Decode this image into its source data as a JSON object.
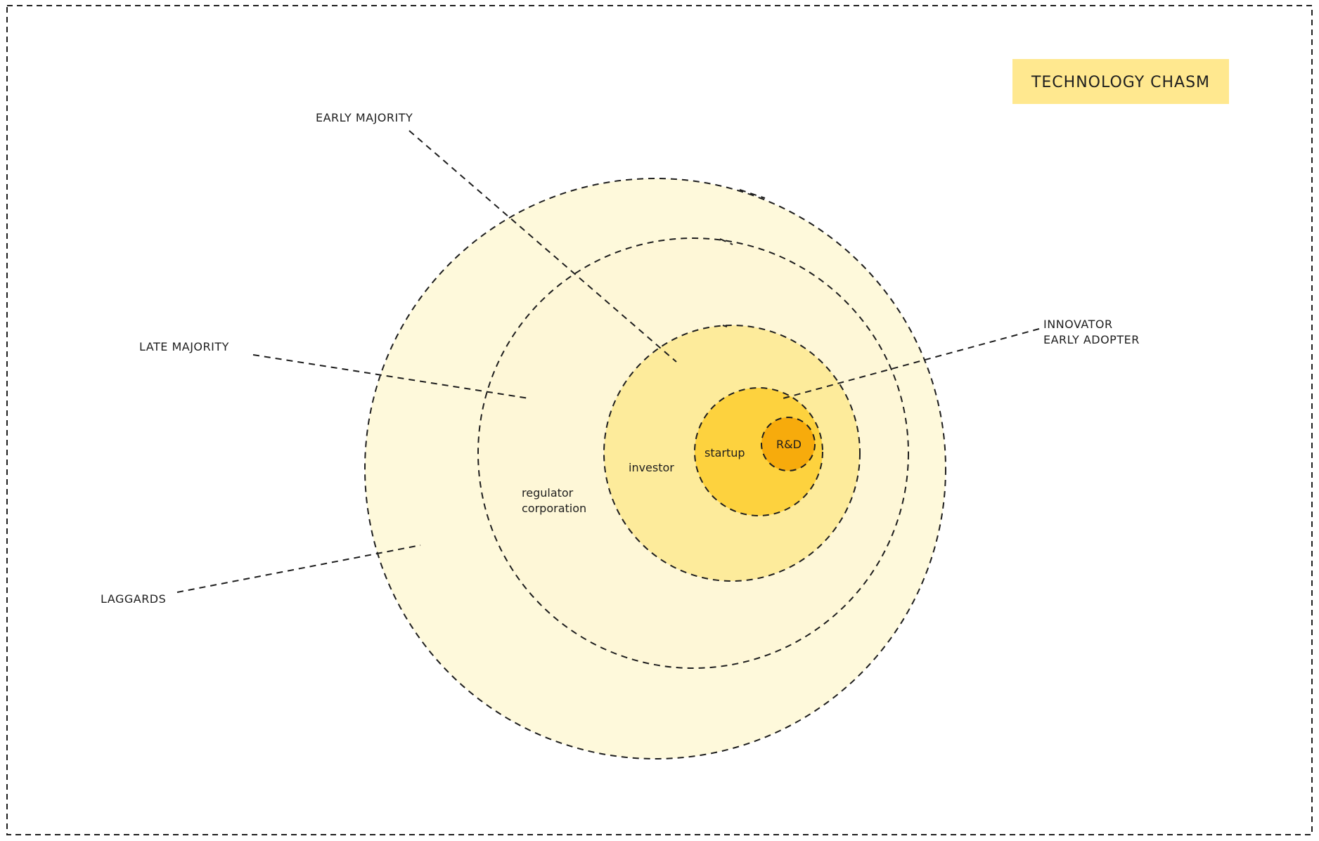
{
  "title": {
    "text": "TECHNOLOGY CHASM",
    "background": "#ffe88f"
  },
  "colors": {
    "laggards_fill": "#fef9db",
    "late_majority_fill": "#fef7d7",
    "investor_fill": "#fdeb9b",
    "startup_fill": "#fdd23e",
    "rnd_fill": "#f7ab0c",
    "stroke": "#1e1e1e"
  },
  "outer_labels": {
    "early_majority": "EARLY MAJORITY",
    "late_majority": "LATE MAJORITY",
    "laggards": "LAGGARDS",
    "innovator": "INNOVATOR",
    "early_adopter": "EARLY ADOPTER"
  },
  "ring_labels": {
    "rnd": "R&D",
    "startup": "startup",
    "investor": "investor",
    "regulator": "regulator",
    "corporation": "corporation"
  }
}
